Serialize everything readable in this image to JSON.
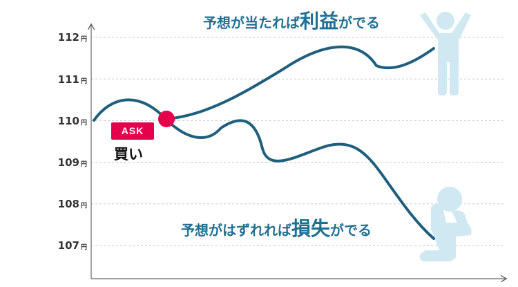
{
  "colors": {
    "line": "#1f5f7d",
    "axis": "#666666",
    "grid": "#c8c8c8",
    "entry_dot": "#e6004c",
    "headline_text": "#1f6f93",
    "figure": "#cfe8f2"
  },
  "y_axis": {
    "unit": "円",
    "ticks": [
      {
        "value": 112,
        "label": "112"
      },
      {
        "value": 111,
        "label": "111"
      },
      {
        "value": 110,
        "label": "110"
      },
      {
        "value": 109,
        "label": "109"
      },
      {
        "value": 108,
        "label": "108"
      },
      {
        "value": 107,
        "label": "107"
      }
    ]
  },
  "entry": {
    "badge": "ASK",
    "action": "買い",
    "price": 110
  },
  "profit": {
    "text_before": "予想が当たれば",
    "text_emphasis": "利益",
    "text_after": "がでる",
    "figure_icon": "celebrating-person-icon"
  },
  "loss": {
    "text_before": "予想がはずれれば",
    "text_emphasis": "損失",
    "text_after": "がでる",
    "figure_icon": "sad-kneeling-person-icon"
  }
}
